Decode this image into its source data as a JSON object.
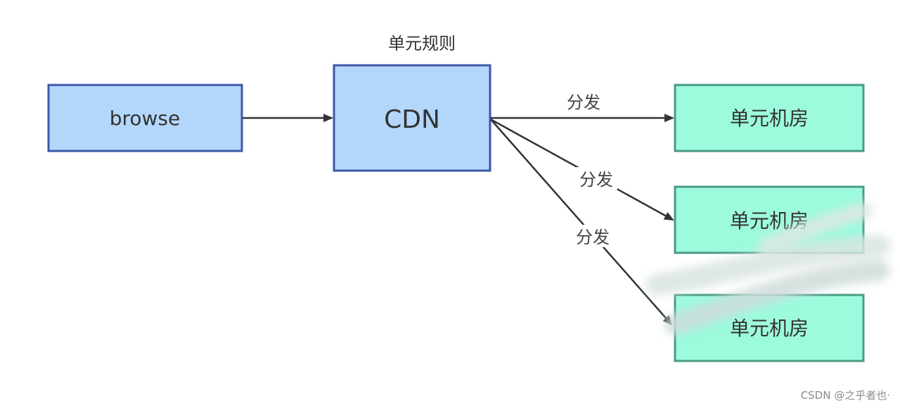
{
  "diagram": {
    "top_label": "单元规则",
    "nodes": {
      "browse": "browse",
      "cdn": "CDN",
      "room_1": "单元机房",
      "room_2": "单元机房",
      "room_3": "单元机房"
    },
    "edge_labels": {
      "dispatch_1": "分发",
      "dispatch_2": "分发",
      "dispatch_3": "分发"
    }
  },
  "colors": {
    "blue_fill": "#b3d7fb",
    "blue_stroke": "#3d57a8",
    "green_fill": "#9cfadd",
    "green_stroke": "#4a9a86",
    "arrow": "#333333"
  },
  "watermark": "CSDN @之乎者也·"
}
